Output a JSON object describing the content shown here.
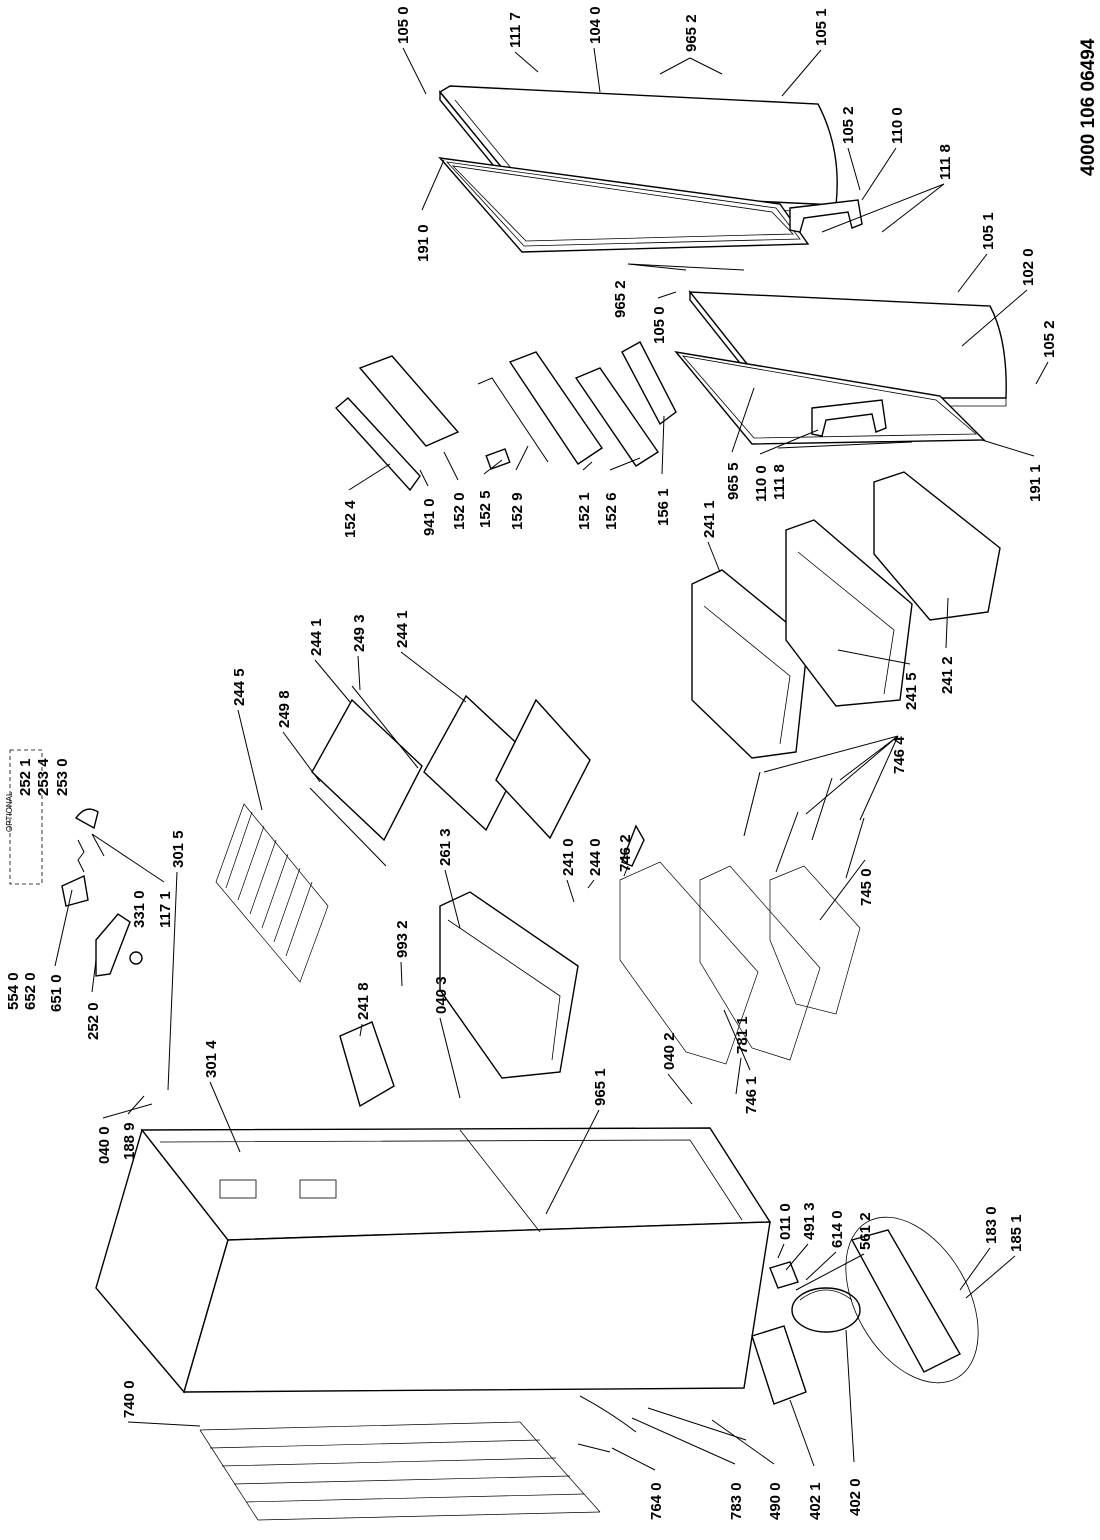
{
  "document_number": "4000 106 06494",
  "optional_box_label": "OPTIONAL",
  "labels": [
    {
      "id": "l1050a",
      "text": "105 0"
    },
    {
      "id": "l1117",
      "text": "111 7"
    },
    {
      "id": "l1040",
      "text": "104 0"
    },
    {
      "id": "l9652a",
      "text": "965 2"
    },
    {
      "id": "l1051a",
      "text": "105 1"
    },
    {
      "id": "l1052a",
      "text": "105 2"
    },
    {
      "id": "l1100a",
      "text": "110 0"
    },
    {
      "id": "l1118a",
      "text": "111 8"
    },
    {
      "id": "l1910",
      "text": "191 0"
    },
    {
      "id": "l1051b",
      "text": "105 1"
    },
    {
      "id": "l1020",
      "text": "102 0"
    },
    {
      "id": "l9652b",
      "text": "965 2"
    },
    {
      "id": "l1050b",
      "text": "105 0"
    },
    {
      "id": "l1052b",
      "text": "105 2"
    },
    {
      "id": "l1524",
      "text": "152 4"
    },
    {
      "id": "l9410",
      "text": "941 0"
    },
    {
      "id": "l1520",
      "text": "152 0"
    },
    {
      "id": "l1525",
      "text": "152 5"
    },
    {
      "id": "l1529",
      "text": "152 9"
    },
    {
      "id": "l1521",
      "text": "152 1"
    },
    {
      "id": "l1526",
      "text": "152 6"
    },
    {
      "id": "l1561",
      "text": "156 1"
    },
    {
      "id": "l9655",
      "text": "965 5"
    },
    {
      "id": "l1100b",
      "text": "110 0"
    },
    {
      "id": "l1118b",
      "text": "111 8"
    },
    {
      "id": "l1911",
      "text": "191 1"
    },
    {
      "id": "l2411a",
      "text": "241 1"
    },
    {
      "id": "l2441a",
      "text": "244 1"
    },
    {
      "id": "l2493",
      "text": "249 3"
    },
    {
      "id": "l2441b",
      "text": "244 1"
    },
    {
      "id": "l2445",
      "text": "244 5"
    },
    {
      "id": "l2498",
      "text": "249 8"
    },
    {
      "id": "l2521",
      "text": "252 1"
    },
    {
      "id": "l2534",
      "text": "253 4"
    },
    {
      "id": "l2530",
      "text": "253 0"
    },
    {
      "id": "l1171",
      "text": "117 1"
    },
    {
      "id": "l3310",
      "text": "331 0"
    },
    {
      "id": "l5540",
      "text": "554 0"
    },
    {
      "id": "l6520",
      "text": "652 0"
    },
    {
      "id": "l6510",
      "text": "651 0"
    },
    {
      "id": "l2520",
      "text": "252 0"
    },
    {
      "id": "l2613",
      "text": "261 3"
    },
    {
      "id": "l2410",
      "text": "241 0"
    },
    {
      "id": "l2440",
      "text": "244 0"
    },
    {
      "id": "l7462",
      "text": "746 2"
    },
    {
      "id": "l2418",
      "text": "241 8"
    },
    {
      "id": "l9932",
      "text": "993 2"
    },
    {
      "id": "l3015",
      "text": "301 5"
    },
    {
      "id": "l0403",
      "text": "040 3"
    },
    {
      "id": "l3014",
      "text": "301 4"
    },
    {
      "id": "l9651",
      "text": "965 1"
    },
    {
      "id": "l0402",
      "text": "040 2"
    },
    {
      "id": "l7811",
      "text": "781 1"
    },
    {
      "id": "l7461",
      "text": "746 1"
    },
    {
      "id": "l7450",
      "text": "745 0"
    },
    {
      "id": "l7464",
      "text": "746 4"
    },
    {
      "id": "l2415",
      "text": "241 5"
    },
    {
      "id": "l2412",
      "text": "241 2"
    },
    {
      "id": "l1889",
      "text": "188 9"
    },
    {
      "id": "l0400",
      "text": "040 0"
    },
    {
      "id": "l0110",
      "text": "011 0"
    },
    {
      "id": "l4913",
      "text": "491 3"
    },
    {
      "id": "l6140",
      "text": "614 0"
    },
    {
      "id": "l5612",
      "text": "561 2"
    },
    {
      "id": "l1830",
      "text": "183 0"
    },
    {
      "id": "l1851",
      "text": "185 1"
    },
    {
      "id": "l7400",
      "text": "740 0"
    },
    {
      "id": "l7640",
      "text": "764 0"
    },
    {
      "id": "l7830",
      "text": "783 0"
    },
    {
      "id": "l4900",
      "text": "490 0"
    },
    {
      "id": "l4021",
      "text": "402 1"
    },
    {
      "id": "l4020",
      "text": "402 0"
    }
  ]
}
